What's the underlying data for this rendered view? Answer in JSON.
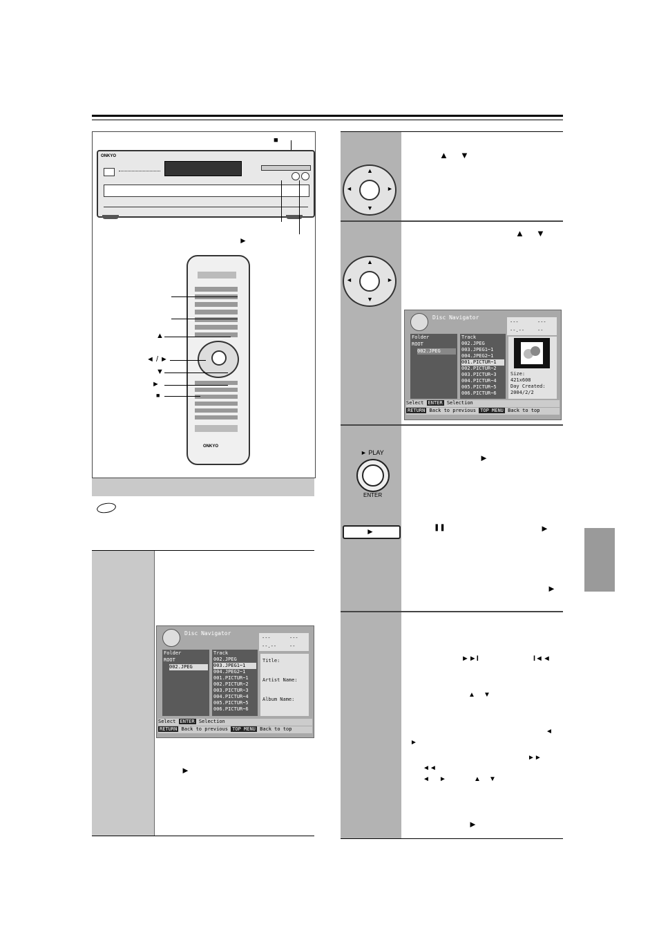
{
  "brand": {
    "name": "ONKYO"
  },
  "symbols": {
    "stop": "■",
    "play": "►",
    "up": "▲",
    "down": "▼",
    "left": "◄",
    "right": "►",
    "pause": "❚❚",
    "next": "►►I",
    "prev": "I◄◄",
    "ff": "►►",
    "rew": "◄◄"
  },
  "remote_labels": {
    "up": "▲",
    "leftright": "◄ / ►",
    "down": "▼",
    "play": "►",
    "stop": "■"
  },
  "play_button": {
    "play_label": "► PLAY",
    "enter_label": "ENTER"
  },
  "screen_left": {
    "title": "Disc Navigator",
    "stats": [
      "---",
      "---",
      "--.--",
      "--"
    ],
    "folder_header": "Folder",
    "folder_rows": [
      "ROOT",
      "002.JPEG"
    ],
    "track_header": "Track",
    "track_rows": [
      "002.JPEG",
      "003.JPEG1~1",
      "004.JPEG2~1",
      "001.PICTUR~1",
      "002.PICTUR~2",
      "003.PICTUR~3",
      "004.PICTUR~4",
      "005.PICTUR~5",
      "006.PICTUR~6"
    ],
    "info_labels": [
      "Title:",
      "Artist Name:",
      "Album Name:"
    ],
    "footer1": {
      "key": "Select",
      "tag": "ENTER",
      "text": "Selection"
    },
    "footer2": {
      "tag": "RETURN",
      "text": "Back to previous",
      "tag2": "TOP MENU",
      "text2": "Back to top"
    }
  },
  "screen_right": {
    "title": "Disc Navigator",
    "stats": [
      "---",
      "---",
      "--.--",
      "--"
    ],
    "folder_header": "Folder",
    "folder_rows": [
      "ROOT",
      "002.JPEG"
    ],
    "track_header": "Track",
    "track_rows": [
      "002.JPEG",
      "003.JPEG1~1",
      "004.JPEG2~1",
      "001.PICTUR~1",
      "002.PICTUR~2",
      "003.PICTUR~3",
      "004.PICTUR~4",
      "005.PICTUR~5",
      "006.PICTUR~6"
    ],
    "info": [
      "Size:",
      "421x608",
      "Day Created:",
      "2004/2/2"
    ],
    "footer1": {
      "key": "Select",
      "tag": "ENTER",
      "text": "Selection"
    },
    "footer2": {
      "tag": "RETURN",
      "text": "Back to previous",
      "tag2": "TOP MENU",
      "text2": "Back to top"
    }
  },
  "colors": {
    "panel_gray": "#c9c9c9",
    "tab_gray": "#9a9a9a"
  }
}
